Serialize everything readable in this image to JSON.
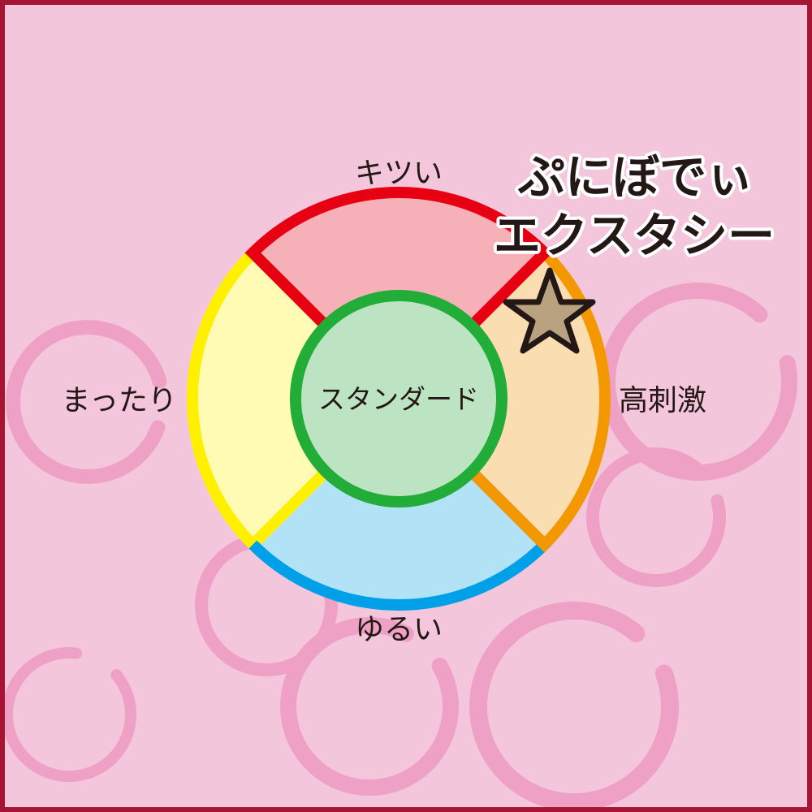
{
  "title": {
    "line1": "ぷにぼでぃ",
    "line2": "エクスタシー"
  },
  "diagram": {
    "center_label": "スタンダード",
    "quadrants": [
      {
        "position": "top",
        "label": "キツい",
        "ring_color": "#E60012",
        "fill_color": "#F6B0B7"
      },
      {
        "position": "right",
        "label": "高刺激",
        "ring_color": "#F39800",
        "fill_color": "#FBDDB2"
      },
      {
        "position": "bottom",
        "label": "ゆるい",
        "ring_color": "#00A0E9",
        "fill_color": "#B2E2F6"
      },
      {
        "position": "left",
        "label": "まったり",
        "ring_color": "#FFF000",
        "fill_color": "#FFFAB4"
      }
    ],
    "center_ring_color": "#22AC38",
    "center_fill_color": "#BCE4C3",
    "marker": {
      "icon": "star-icon",
      "position": "upper part of 高刺激 quadrant near キツい boundary",
      "fill_color": "#B9A27F",
      "stroke_color": "#231815"
    }
  },
  "colors": {
    "background": "#F4C6DC",
    "border": "#A51433",
    "brush_circles": "#E989B6"
  }
}
